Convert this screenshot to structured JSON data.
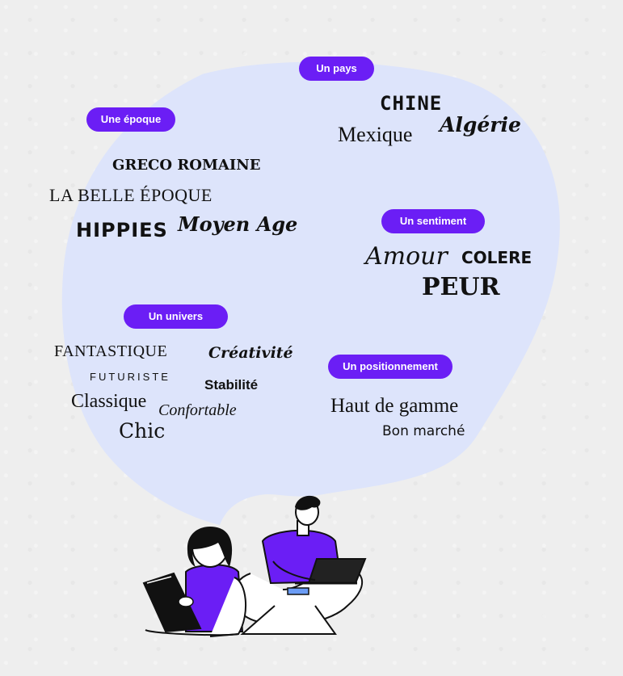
{
  "colors": {
    "accent": "#6b1ef5",
    "blob": "#dde4fb",
    "ink": "#111111"
  },
  "categories": {
    "pays": {
      "label": "Un pays",
      "words": [
        "CHINE",
        "Algérie",
        "Mexique"
      ]
    },
    "epoque": {
      "label": "Une époque",
      "words": [
        "GRECO ROMAINE",
        "LA BELLE ÉPOQUE",
        "HIPPIES",
        "Moyen Age"
      ]
    },
    "sentiment": {
      "label": "Un sentiment",
      "words": [
        "Amour",
        "COLERE",
        "PEUR"
      ]
    },
    "univers": {
      "label": "Un univers",
      "words": [
        "FANTASTIQUE",
        "Créativité",
        "FUTURISTE",
        "Stabilité",
        "Classique",
        "Confortable",
        "Chic"
      ]
    },
    "positionnement": {
      "label": "Un positionnement",
      "words": [
        "Haut de gamme",
        "Bon marché"
      ]
    }
  },
  "illustration": {
    "icons": [
      "woman-reading-icon",
      "man-with-laptop-icon"
    ]
  }
}
